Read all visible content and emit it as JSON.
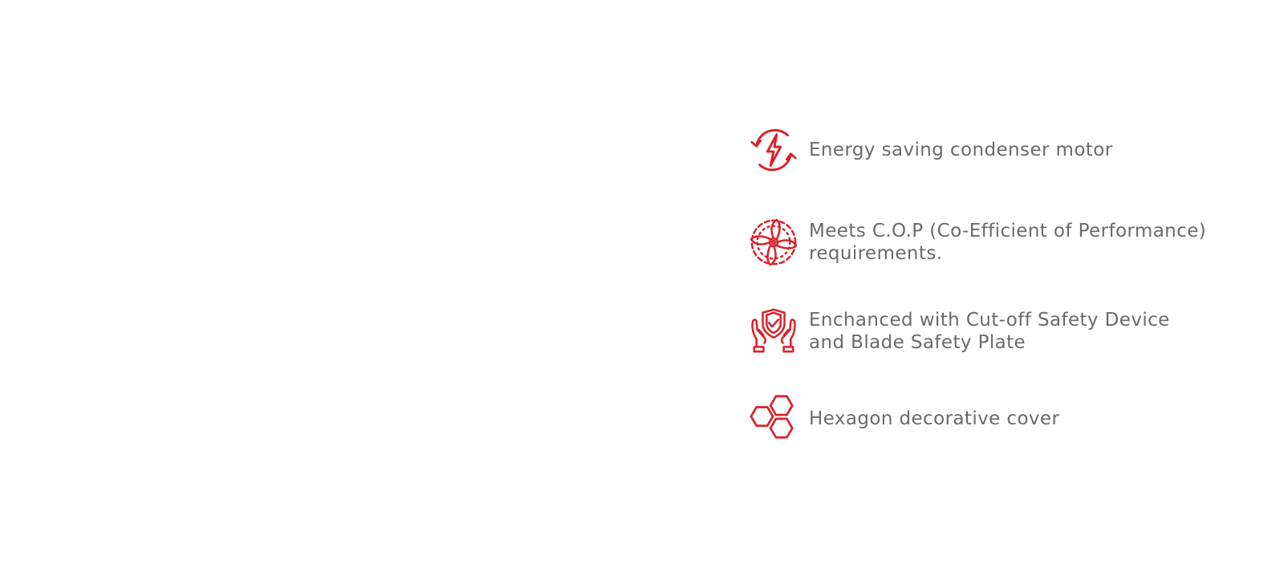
{
  "theme": {
    "accent": "#d9222a",
    "text": "#6a6a6a",
    "background": "#ffffff"
  },
  "features": [
    {
      "icon": "energy-cycle-icon",
      "lines": [
        "Energy saving condenser motor"
      ]
    },
    {
      "icon": "fan-blade-icon",
      "lines": [
        "Meets C.O.P (Co-Efficient of Performance)",
        "requirements."
      ]
    },
    {
      "icon": "hands-shield-icon",
      "lines": [
        "Enchanced with Cut-off Safety Device",
        "and Blade Safety Plate"
      ]
    },
    {
      "icon": "hexagon-cluster-icon",
      "lines": [
        "Hexagon decorative cover"
      ]
    }
  ]
}
